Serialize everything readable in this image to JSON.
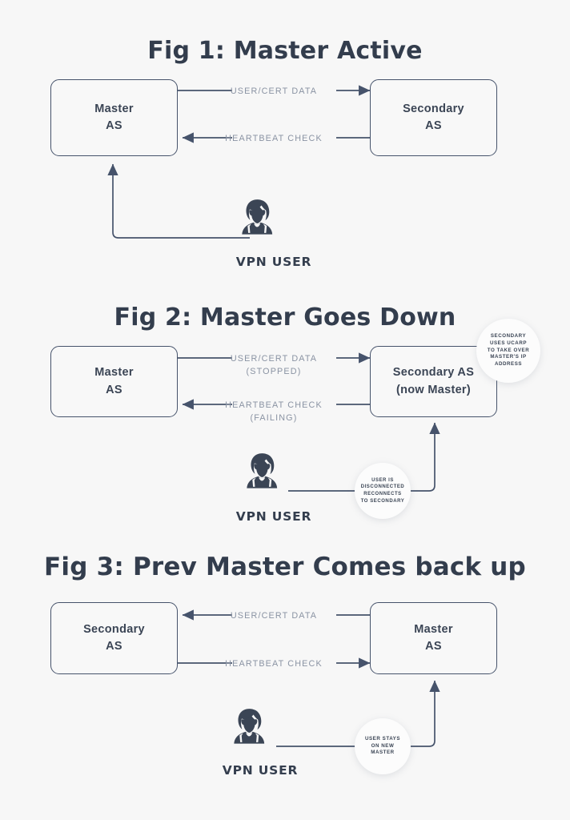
{
  "meta": {
    "background_color": "#f7f7f7",
    "ink_color": "#3b4555",
    "line_color": "#46536b",
    "label_color": "#8a93a3"
  },
  "figures": [
    {
      "id": "fig1",
      "title": "Fig 1: Master Active",
      "left_node": {
        "line1": "Master",
        "line2": "AS"
      },
      "right_node": {
        "line1": "Secondary",
        "line2": "AS"
      },
      "edges": [
        {
          "label": "USER/CERT DATA",
          "sublabel": "",
          "direction": "left-to-right"
        },
        {
          "label": "HEARTBEAT CHECK",
          "sublabel": "",
          "direction": "right-to-left"
        }
      ],
      "user": {
        "label": "VPN USER",
        "icon": "user-avatar-icon",
        "connects_to": "left_node"
      },
      "bubbles": []
    },
    {
      "id": "fig2",
      "title": "Fig 2: Master Goes Down",
      "left_node": {
        "line1": "Master",
        "line2": "AS"
      },
      "right_node": {
        "line1": "Secondary AS",
        "line2": "(now Master)"
      },
      "edges": [
        {
          "label": "USER/CERT DATA",
          "sublabel": "(STOPPED)",
          "direction": "left-to-right"
        },
        {
          "label": "HEARTBEAT CHECK",
          "sublabel": "(FAILING)",
          "direction": "right-to-left"
        }
      ],
      "user": {
        "label": "VPN USER",
        "icon": "user-avatar-icon",
        "connects_to": "right_node"
      },
      "bubbles": [
        {
          "id": "ucarp-note",
          "lines": [
            "SECONDARY",
            "USES UCARP",
            "TO TAKE OVER",
            "MASTER'S IP",
            "ADDRESS"
          ]
        },
        {
          "id": "reconnect-note",
          "lines": [
            "USER IS",
            "DISCONNECTED",
            "RECONNECTS",
            "TO SECONDARY"
          ]
        }
      ]
    },
    {
      "id": "fig3",
      "title": "Fig 3: Prev Master Comes back up",
      "left_node": {
        "line1": "Secondary",
        "line2": "AS"
      },
      "right_node": {
        "line1": "Master",
        "line2": "AS"
      },
      "edges": [
        {
          "label": "USER/CERT DATA",
          "sublabel": "",
          "direction": "right-to-left"
        },
        {
          "label": "HEARTBEAT CHECK",
          "sublabel": "",
          "direction": "left-to-right"
        }
      ],
      "user": {
        "label": "VPN USER",
        "icon": "user-avatar-icon",
        "connects_to": "right_node"
      },
      "bubbles": [
        {
          "id": "stays-note",
          "lines": [
            "USER STAYS",
            "ON NEW",
            "MASTER"
          ]
        }
      ]
    }
  ]
}
